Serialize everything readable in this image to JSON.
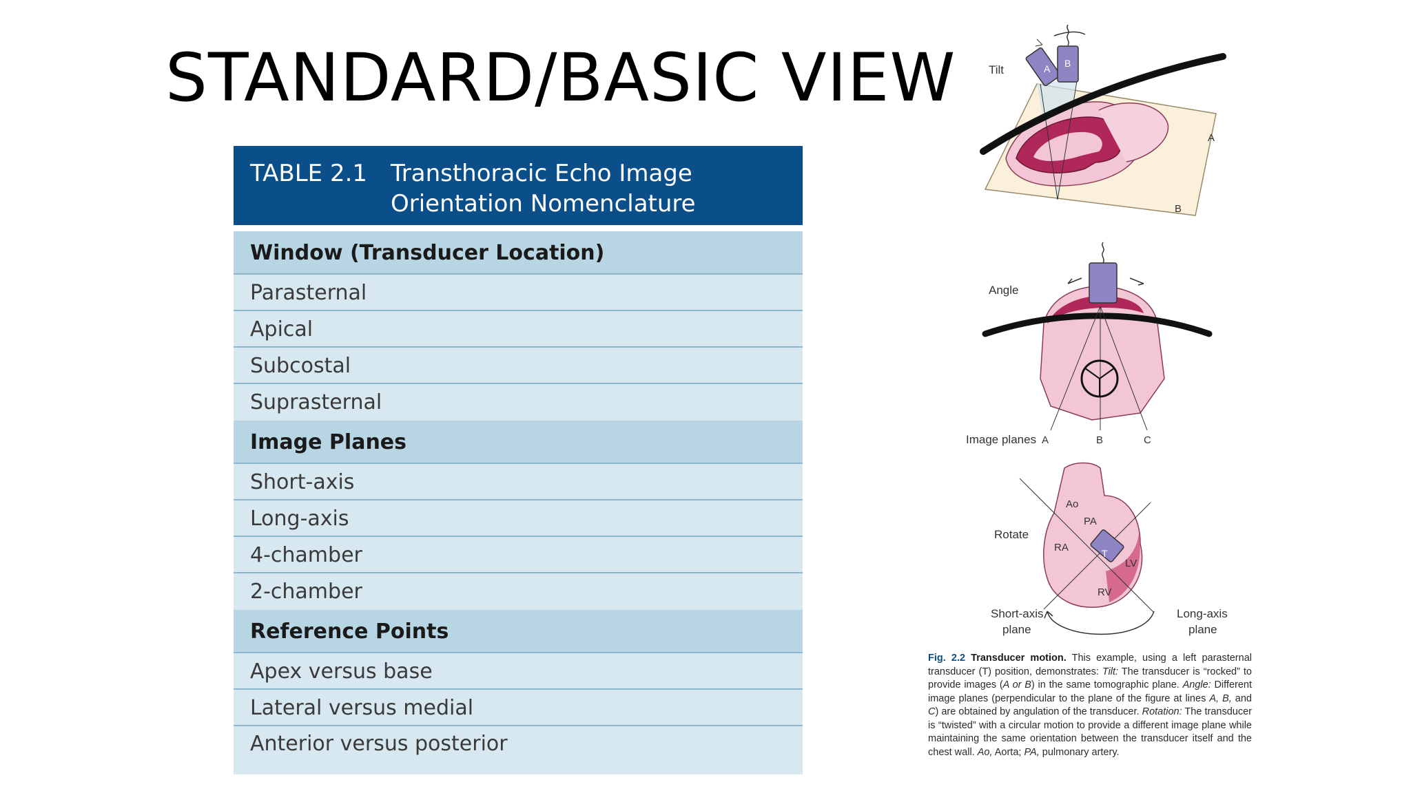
{
  "slide": {
    "title": "STANDARD/BASIC VIEW"
  },
  "table": {
    "number": "TABLE 2.1",
    "title_line1": "Transthoracic Echo Image",
    "title_line2": "Orientation Nomenclature",
    "sections": [
      {
        "heading": "Window (Transducer Location)",
        "rows": [
          "Parasternal",
          "Apical",
          "Subcostal",
          "Suprasternal"
        ]
      },
      {
        "heading": "Image Planes",
        "rows": [
          "Short-axis",
          "Long-axis",
          "4-chamber",
          "2-chamber"
        ]
      },
      {
        "heading": "Reference Points",
        "rows": [
          "Apex versus base",
          "Lateral versus medial",
          "Anterior versus posterior"
        ]
      }
    ]
  },
  "figure": {
    "tilt_label": "Tilt",
    "angle_label": "Angle",
    "image_planes_label": "Image planes",
    "rotate_label": "Rotate",
    "short_axis_label_1": "Short-axis",
    "short_axis_label_2": "plane",
    "long_axis_label_1": "Long-axis",
    "long_axis_label_2": "plane",
    "letters": {
      "a": "A",
      "b": "B",
      "c": "C",
      "t": "T"
    },
    "chambers": {
      "ao": "Ao",
      "pa": "PA",
      "ra": "RA",
      "lv": "LV",
      "rv": "RV"
    },
    "caption": {
      "fig": "Fig. 2.2",
      "bold": "Transducer motion.",
      "t1": " This example, using a left parasternal transducer (T) position, demonstrates: ",
      "tilt": "Tilt:",
      "t2": " The transducer is “rocked” to provide images (",
      "a_or_b": "A or B",
      "t3": ") in the same tomographic plane. ",
      "angle": "Angle:",
      "t4": " Different image planes (perpendicular to the plane of the figure at lines ",
      "abc": "A, B,",
      "t5": " and ",
      "c": "C",
      "t6": ") are obtained by angulation of the transducer. ",
      "rotation": "Rotation:",
      "t7": " The transducer is “twisted” with a circular motion to provide a different image plane while maintaining the same orientation between the transducer itself and the chest wall. ",
      "ao": "Ao,",
      "t8": " Aorta; ",
      "pa": "PA,",
      "t9": " pulmonary artery."
    }
  },
  "colors": {
    "table_header": "#0b4f8a",
    "table_row": "#d7e8f1",
    "table_section": "#b8d5e4",
    "heart": "#b0285a",
    "transducer": "#8f84c4"
  }
}
